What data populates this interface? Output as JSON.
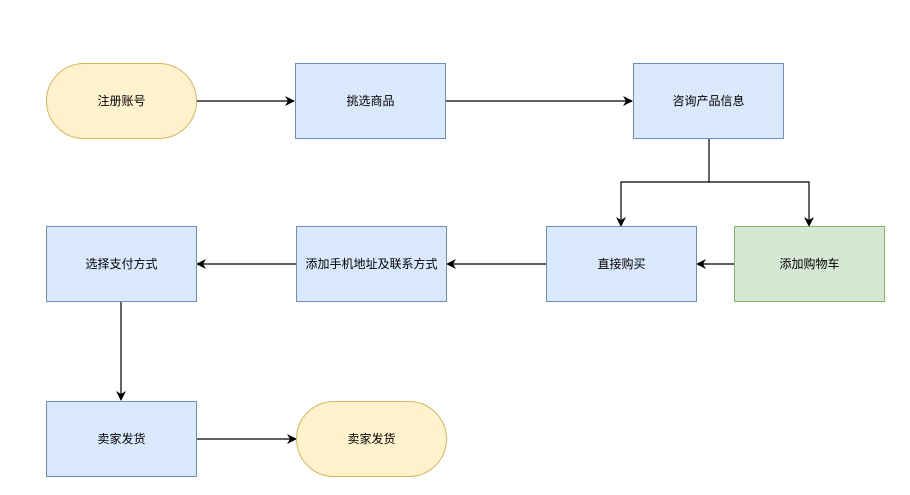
{
  "nodes": {
    "register": "注册账号",
    "choose_goods": "挑选商品",
    "consult_info": "咨询产品信息",
    "buy_direct": "直接购买",
    "add_cart": "添加购物车",
    "add_address": "添加手机地址及联系方式",
    "choose_payment": "选择支付方式",
    "seller_ship": "卖家发货",
    "end": "卖家发货"
  },
  "colors": {
    "process_fill": "#dae8fc",
    "process_border": "#6c8ebf",
    "cart_fill": "#d5e8d4",
    "cart_border": "#82b366",
    "terminal_fill": "#fff2cc",
    "terminal_border": "#d6b656",
    "edge": "#000000"
  }
}
